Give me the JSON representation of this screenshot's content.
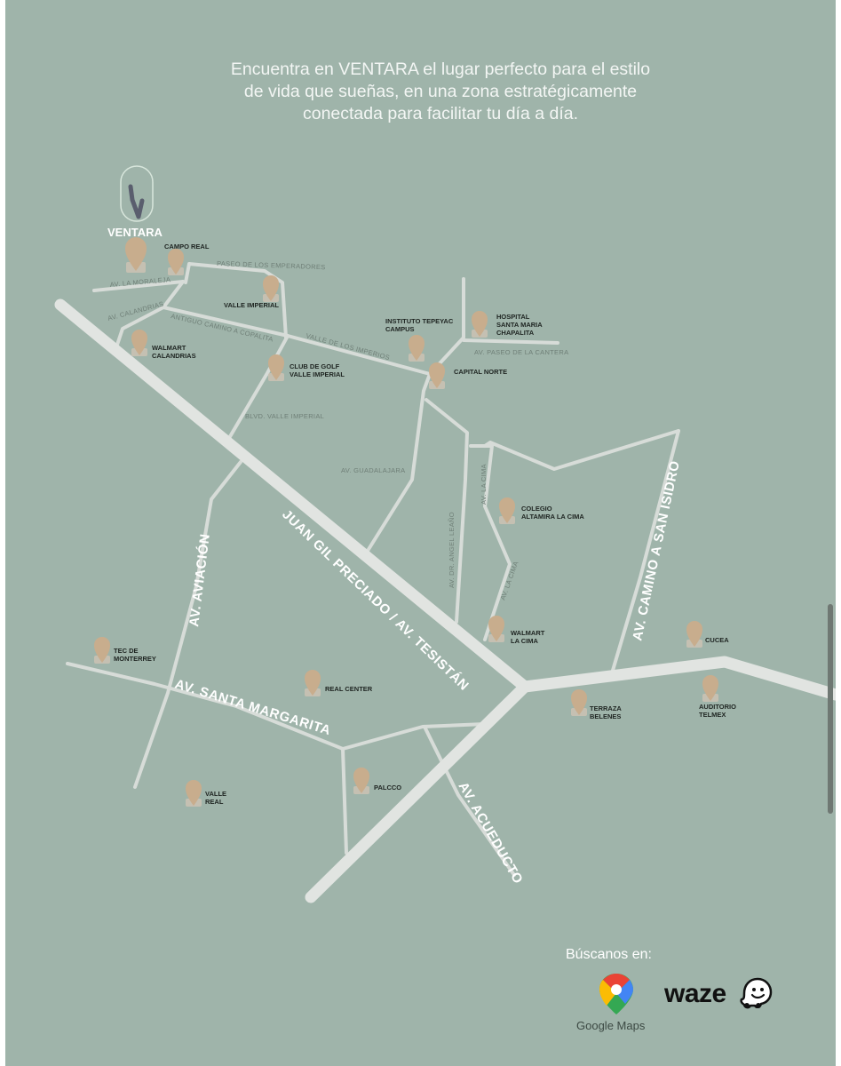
{
  "headline": {
    "line1": "Encuentra en VENTARA el lugar perfecto para el estilo",
    "line2": "de vida que sueñas, en una zona estratégicamente",
    "line3": "conectada para facilitar tu día a día."
  },
  "brand": {
    "name": "VENTARA"
  },
  "roads": {
    "juan_gil": "JUAN GIL PRECIADO / AV. TESISTÁN",
    "aviacion": "AV. AVIACIÓN",
    "santa_margarita": "AV. SANTA MARGARITA",
    "acueducto": "AV. ACUEDUCTO",
    "camino_san_isidro": "AV. CAMINO A SAN ISIDRO",
    "emperadores": "PASEO DE LOS EMPERADORES",
    "moraleja": "AV. LA MORALEJA",
    "calandrias": "AV. CALANDRIAS",
    "antiguo_copalita": "ANTIGUO CAMINO A COPALITA",
    "imperios": "VALLE DE LOS IMPERIOS",
    "cantera": "AV. PASEO DE LA CANTERA",
    "blvd_valle_imperial": "BLVD. VALLE IMPERIAL",
    "guadalajara": "AV. GUADALAJARA",
    "angel_leano": "AV. DR. ANGEL LEAÑO",
    "la_cima_1": "AV. LA CIMA",
    "la_cima_2": "AV. LA CIMA"
  },
  "pois": {
    "campo_real": [
      "CAMPO REAL"
    ],
    "valle_imperial": [
      "VALLE IMPERIAL"
    ],
    "walmart_calandrias": [
      "WALMART",
      "CALANDRIAS"
    ],
    "club_golf": [
      "CLUB DE GOLF",
      "VALLE IMPERIAL"
    ],
    "tepeyac": [
      "INSTITUTO TEPEYAC",
      "CAMPUS"
    ],
    "hospital": [
      "HOSPITAL",
      "SANTA MARIA",
      "CHAPALITA"
    ],
    "capital_norte": [
      "CAPITAL NORTE"
    ],
    "colegio_altamira": [
      "COLEGIO",
      "ALTAMIRA LA CIMA"
    ],
    "walmart_cima": [
      "WALMART",
      "LA CIMA"
    ],
    "tec": [
      "TEC DE",
      "MONTERREY"
    ],
    "real_center": [
      "REAL CENTER"
    ],
    "cucea": [
      "CUCEA"
    ],
    "terraza": [
      "TERRAZA",
      "BELENES"
    ],
    "auditorio": [
      "AUDITORIO",
      "TELMEX"
    ],
    "palcco": [
      "PALCCO"
    ],
    "valle_real": [
      "VALLE",
      "REAL"
    ]
  },
  "footer": {
    "buscanos": "Búscanos en:",
    "gmaps_label": "Google Maps",
    "waze_label": "waze"
  },
  "colors": {
    "background": "#9fb4aa",
    "road": "#e1e4e1",
    "pin": "#c8ad8d",
    "brand_logo": "#5a5e6e"
  }
}
